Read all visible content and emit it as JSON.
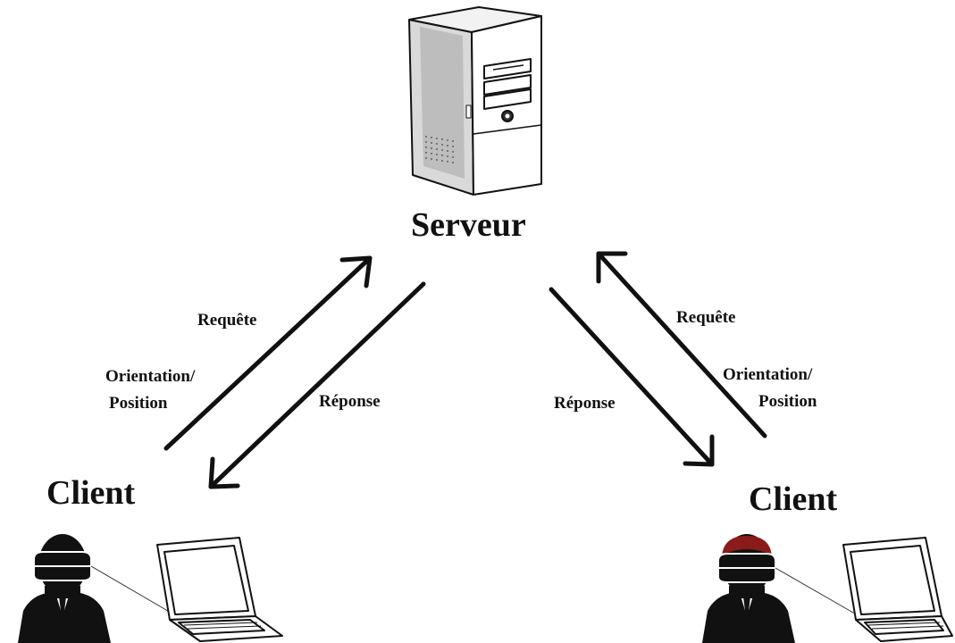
{
  "server": {
    "title": "Serveur",
    "icon": "server-tower-icon"
  },
  "clients": [
    {
      "title": "Client",
      "hair_color": "#111111",
      "headset_icon": "vr-headset-icon",
      "laptop_icon": "laptop-icon"
    },
    {
      "title": "Client",
      "hair_color": "#8b1a1a",
      "headset_icon": "vr-headset-icon",
      "laptop_icon": "laptop-icon"
    }
  ],
  "flows": {
    "left": {
      "request": "Requête",
      "orientation": "Orientation/",
      "position": "Position",
      "response": "Réponse"
    },
    "right": {
      "request": "Requête",
      "orientation": "Orientation/",
      "position": "Position",
      "response": "Réponse"
    }
  }
}
